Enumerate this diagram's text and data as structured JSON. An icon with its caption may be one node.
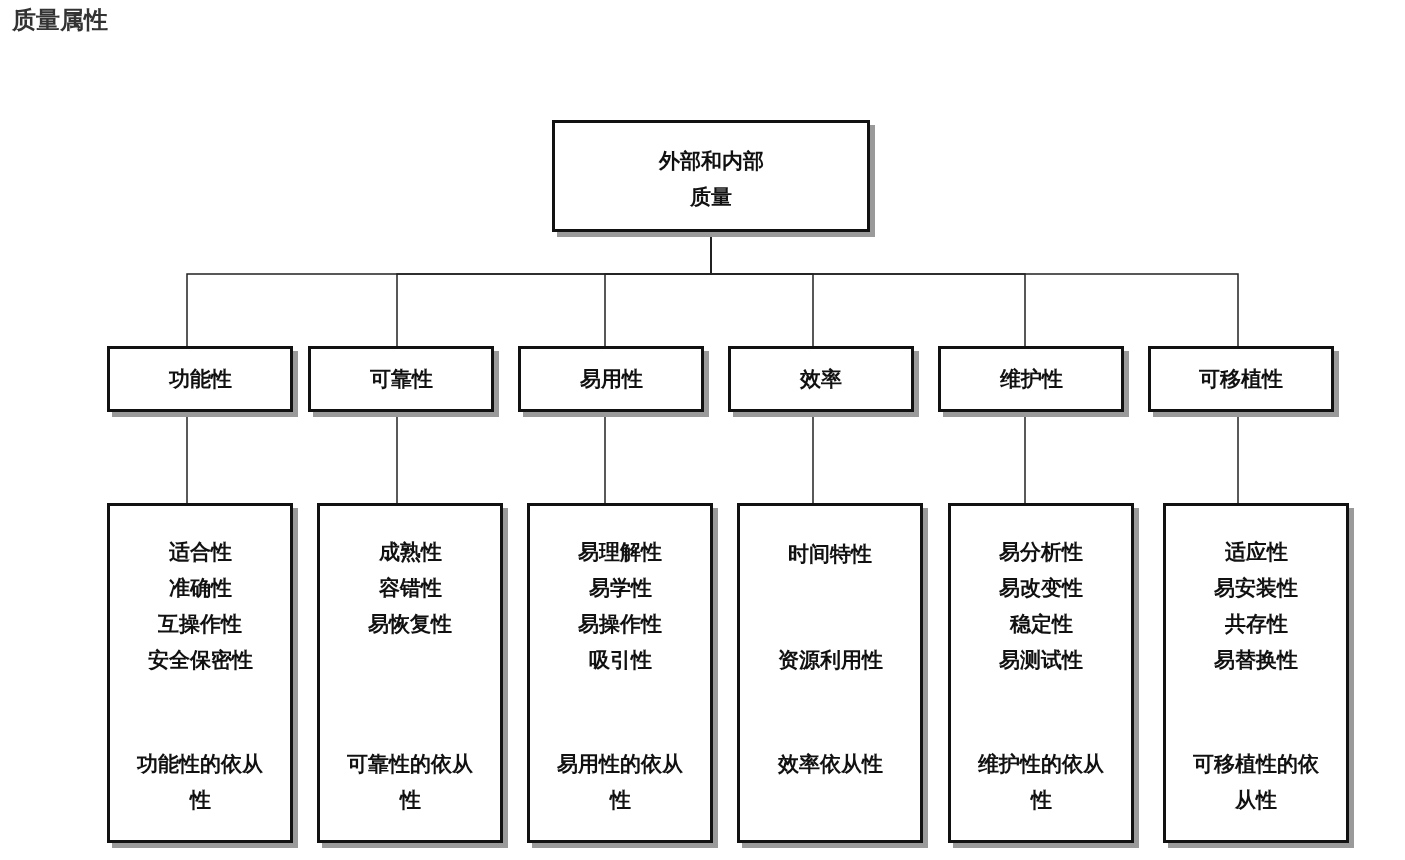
{
  "diagram": {
    "title": "质量属性",
    "nodes": [
      {
        "text": [
          "外部和内部质量"
        ]
      },
      {
        "text": [
          "功能性"
        ]
      },
      {
        "text": [
          "可靠性"
        ]
      },
      {
        "text": [
          "易用性"
        ]
      },
      {
        "text": [
          "效率"
        ]
      },
      {
        "text": [
          "维护性"
        ]
      },
      {
        "text": [
          "可移植性"
        ]
      },
      {
        "text": [
          "适合性",
          "准确性",
          "互操作性",
          "安全保密性",
          "功能性的依从性"
        ]
      },
      {
        "text": [
          "成熟性",
          "容错性",
          "易恢复性",
          "可靠性的依从性"
        ]
      },
      {
        "text": [
          "易理解性",
          "易学性",
          "易操作性",
          "吸引性",
          "易用性的依从性"
        ]
      },
      {
        "text": [
          "时间特性",
          "资源利用性",
          "效率依从性"
        ]
      },
      {
        "text": [
          "易分析性",
          "易改变性",
          "稳定性",
          "易测试性",
          "维护性的依从性"
        ]
      },
      {
        "text": [
          "适应性",
          "易安装性",
          "共存性",
          "易替换性",
          "可移植性的依从性"
        ]
      }
    ],
    "edges": [
      {
        "from": 0,
        "to": 1,
        "arrow": "none"
      },
      {
        "from": 0,
        "to": 2,
        "arrow": "none"
      },
      {
        "from": 0,
        "to": 3,
        "arrow": "none"
      },
      {
        "from": 0,
        "to": 4,
        "arrow": "none"
      },
      {
        "from": 0,
        "to": 5,
        "arrow": "none"
      },
      {
        "from": 0,
        "to": 6,
        "arrow": "none"
      },
      {
        "from": 1,
        "to": 7,
        "arrow": "none"
      },
      {
        "from": 2,
        "to": 8,
        "arrow": "none"
      },
      {
        "from": 3,
        "to": 9,
        "arrow": "none"
      },
      {
        "from": 4,
        "to": 10,
        "arrow": "none"
      },
      {
        "from": 5,
        "to": 11,
        "arrow": "none"
      },
      {
        "from": 6,
        "to": 12,
        "arrow": "none"
      }
    ]
  }
}
